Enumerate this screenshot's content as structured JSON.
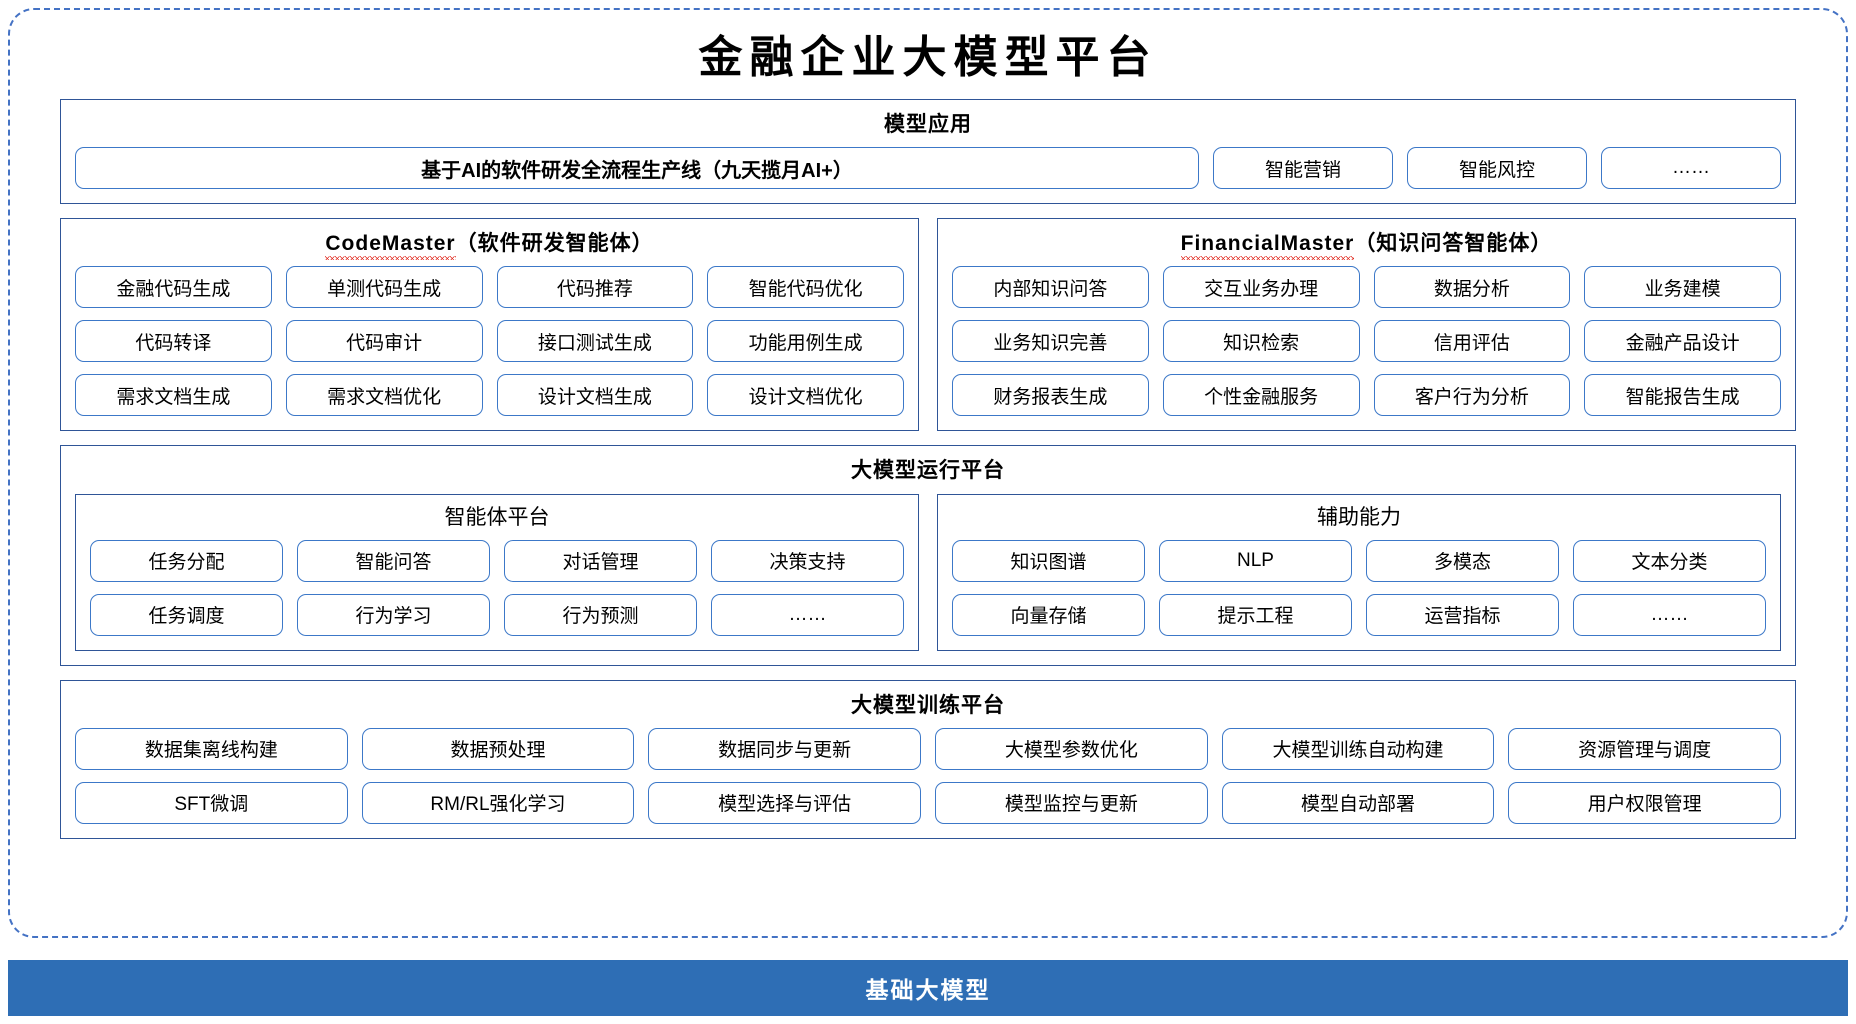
{
  "page_title": "金融企业大模型平台",
  "model_application": {
    "title": "模型应用",
    "main_product": "基于AI的软件研发全流程生产线（九天揽月AI+）",
    "items": [
      "智能营销",
      "智能风控",
      "……"
    ]
  },
  "agents": [
    {
      "name": "CodeMaster",
      "name_suffix": "（软件研发智能体）",
      "spellcheck_underline": true,
      "items": [
        "金融代码生成",
        "单测代码生成",
        "代码推荐",
        "智能代码优化",
        "代码转译",
        "代码审计",
        "接口测试生成",
        "功能用例生成",
        "需求文档生成",
        "需求文档优化",
        "设计文档生成",
        "设计文档优化"
      ]
    },
    {
      "name": "FinancialMaster",
      "name_suffix": "（知识问答智能体）",
      "spellcheck_underline": true,
      "items": [
        "内部知识问答",
        "交互业务办理",
        "数据分析",
        "业务建模",
        "业务知识完善",
        "知识检索",
        "信用评估",
        "金融产品设计",
        "财务报表生成",
        "个性金融服务",
        "客户行为分析",
        "智能报告生成"
      ]
    }
  ],
  "runtime_platform": {
    "title": "大模型运行平台",
    "groups": [
      {
        "title": "智能体平台",
        "items": [
          "任务分配",
          "智能问答",
          "对话管理",
          "决策支持",
          "任务调度",
          "行为学习",
          "行为预测",
          "……"
        ]
      },
      {
        "title": "辅助能力",
        "items": [
          "知识图谱",
          "NLP",
          "多模态",
          "文本分类",
          "向量存储",
          "提示工程",
          "运营指标",
          "……"
        ]
      }
    ]
  },
  "training_platform": {
    "title": "大模型训练平台",
    "items": [
      "数据集离线构建",
      "数据预处理",
      "数据同步与更新",
      "大模型参数优化",
      "大模型训练自动构建",
      "资源管理与调度",
      "SFT微调",
      "RM/RL强化学习",
      "模型选择与评估",
      "模型监控与更新",
      "模型自动部署",
      "用户权限管理"
    ]
  },
  "foundation_banner": {
    "label": "基础大模型",
    "color": "#2e6eb5"
  },
  "colors": {
    "border_blue": "#2f5597",
    "chip_blue": "#3c78c8",
    "dashed_frame": "#4472c4",
    "squiggle_red": "#e02b20"
  }
}
